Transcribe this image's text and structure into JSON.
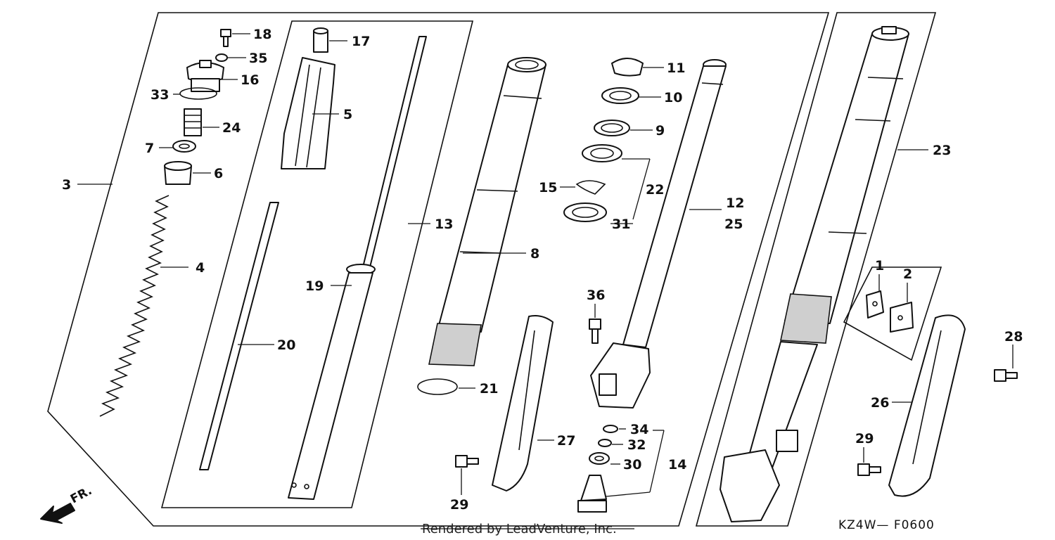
{
  "callouts": {
    "c1": "1",
    "c2": "2",
    "c3": "3",
    "c4": "4",
    "c5": "5",
    "c6": "6",
    "c7": "7",
    "c8": "8",
    "c9": "9",
    "c10": "10",
    "c11": "11",
    "c12": "12",
    "c13": "13",
    "c14": "14",
    "c15": "15",
    "c16": "16",
    "c17": "17",
    "c18": "18",
    "c19": "19",
    "c20": "20",
    "c21": "21",
    "c22": "22",
    "c23": "23",
    "c24": "24",
    "c25": "25",
    "c26": "26",
    "c27": "27",
    "c28": "28",
    "c29a": "29",
    "c29b": "29",
    "c30": "30",
    "c31": "31",
    "c32": "32",
    "c33": "33",
    "c34": "34",
    "c35": "35",
    "c36": "36"
  },
  "footer": {
    "rendered_by": "Rendered by LeadVenture, Inc.",
    "diagram_code": "KZ4W— F0600",
    "direction": "FR."
  }
}
